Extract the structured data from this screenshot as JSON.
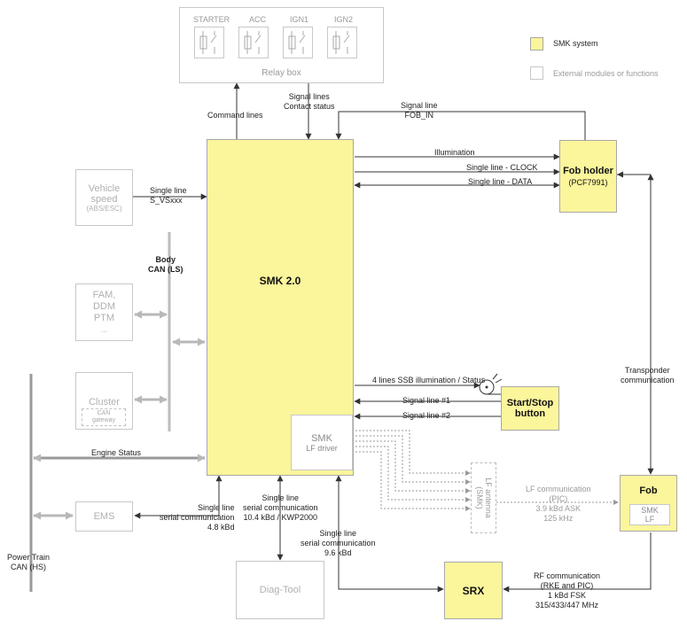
{
  "relay_box": {
    "title": "Relay box",
    "relays": [
      "STARTER",
      "ACC",
      "IGN1",
      "IGN2"
    ]
  },
  "legend": {
    "smk_system": "SMK system",
    "external": "External modules or functions"
  },
  "smk_main": {
    "title": "SMK 2.0"
  },
  "smk_lf": {
    "line1": "SMK",
    "line2": "LF driver"
  },
  "fob_holder": {
    "title": "Fob holder",
    "subtitle": "(PCF7991)"
  },
  "start_stop": {
    "line1": "Start/Stop",
    "line2": "button"
  },
  "fob": {
    "title": "Fob",
    "inner_line1": "SMK",
    "inner_line2": "LF"
  },
  "srx": {
    "title": "SRX"
  },
  "vehicle_speed": {
    "line1": "Vehicle",
    "line2": "speed",
    "line3": "(ABS/ESC)"
  },
  "fam": {
    "line1": "FAM,",
    "line2": "DDM",
    "line3": "PTM",
    "line4": "..."
  },
  "cluster": {
    "title": "Cluster",
    "gateway_line1": "CAN",
    "gateway_line2": "gateway"
  },
  "ems": {
    "title": "EMS"
  },
  "diag_tool": {
    "title": "Diag-Tool"
  },
  "lf_antenna": {
    "line1": "LF",
    "line2": "antenna",
    "line3": "(SMK)"
  },
  "labels": {
    "command_lines": "Command lines",
    "signal_lines_1": "Signal lines",
    "signal_lines_2": "Contact status",
    "signal_line_fob_1": "Signal line",
    "signal_line_fob_2": "FOB_IN",
    "illumination": "Illumination",
    "clock": "Single line - CLOCK",
    "data": "Single line - DATA",
    "single_line_1": "Single line",
    "single_line_2": "S_VSxxx",
    "body_can_1": "Body",
    "body_can_2": "CAN (LS)",
    "ssb_illum": "4 lines SSB illumination / Status",
    "signal_1": "Signal line #1",
    "signal_2": "Signal line #2",
    "engine_status": "Engine Status",
    "transponder_1": "Transponder",
    "transponder_2": "communication",
    "ems_comm_1": "Single line",
    "ems_comm_2": "serial communication",
    "ems_comm_3": "4.8 kBd",
    "diag_comm_1": "Single line",
    "diag_comm_2": "serial communication",
    "diag_comm_3": "10.4 kBd / KWP2000",
    "srx_comm_1": "Single line",
    "srx_comm_2": "serial communication",
    "srx_comm_3": "9.6 kBd",
    "lf_comm_1": "LF communication",
    "lf_comm_2": "(PIC)",
    "lf_comm_3": "3.9 kBd ASK",
    "lf_comm_4": "125 kHz",
    "rf_comm_1": "RF communication",
    "rf_comm_2": "(RKE and PIC)",
    "rf_comm_3": "1 kBd FSK",
    "rf_comm_4": "315/433/447 MHz",
    "pt_can_1": "Power Train",
    "pt_can_2": "CAN (HS)"
  }
}
